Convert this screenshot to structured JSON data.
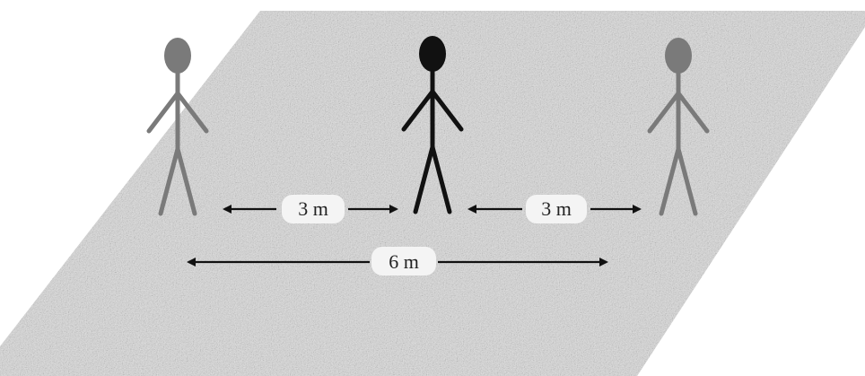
{
  "figures": [
    {
      "name": "left-person",
      "shade": "gray",
      "color": "#7a7a7a"
    },
    {
      "name": "center-person",
      "shade": "black",
      "color": "#111111"
    },
    {
      "name": "right-person",
      "shade": "gray",
      "color": "#7a7a7a"
    }
  ],
  "dimensions": {
    "left_gap": "3 m",
    "right_gap": "3 m",
    "total": "6 m"
  },
  "colors": {
    "ground_base": "#d4d4d4",
    "ground_light": "#f2f2f2",
    "ground_dark": "#9a9a9a",
    "arrow": "#111111",
    "label_bg": "#f4f4f4"
  }
}
